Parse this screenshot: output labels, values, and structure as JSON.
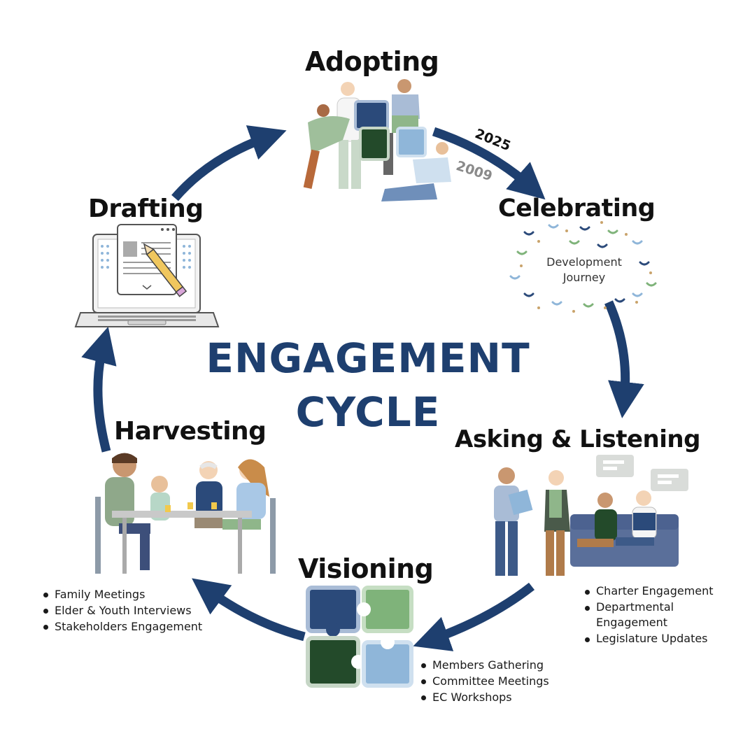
{
  "title": {
    "line1": "ENGAGEMENT",
    "line2": "CYCLE"
  },
  "stages": {
    "adopting": "Adopting",
    "celebrating": "Celebrating",
    "asking": "Asking & Listening",
    "visioning": "Visioning",
    "harvesting": "Harvesting",
    "drafting": "Drafting"
  },
  "years": {
    "top": "2025",
    "bottom": "2009"
  },
  "celebrating_note": {
    "line1": "Development",
    "line2": "Journey"
  },
  "bullets": {
    "harvesting": [
      "Family Meetings",
      "Elder & Youth Interviews",
      "Stakeholders Engagement"
    ],
    "visioning": [
      "Members Gathering",
      "Committee Meetings",
      "EC Workshops"
    ],
    "asking": [
      "Charter Engagement",
      "Departmental Engagement",
      "Legislature Updates"
    ]
  },
  "colors": {
    "arrow": "#1e3f6f",
    "title": "#1e3f6f",
    "puzzle_navy": "#2b4a7a",
    "puzzle_green": "#7fb37a",
    "puzzle_dark_green": "#234a2a",
    "puzzle_light_blue": "#8fb6d9"
  }
}
